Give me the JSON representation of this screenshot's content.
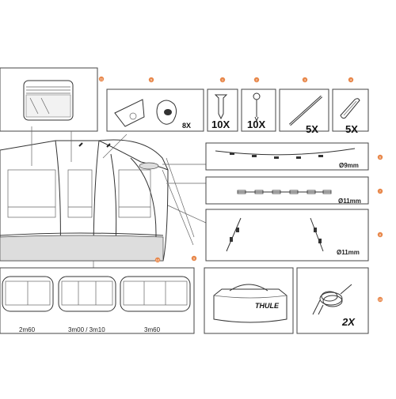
{
  "title": "",
  "accessories": [
    {
      "id": "pegs",
      "qty": "10X"
    },
    {
      "id": "hook-pegs",
      "qty": "10X"
    },
    {
      "id": "guy-pole",
      "qty": "5X"
    },
    {
      "id": "clips",
      "qty": "5X"
    },
    {
      "id": "brackets",
      "qty": "8X"
    }
  ],
  "cables": [
    {
      "id": "cable-1",
      "diameter": "Ø9mm"
    },
    {
      "id": "cable-2",
      "diameter": "Ø11mm"
    },
    {
      "id": "cable-3",
      "diameter": "Ø11mm"
    }
  ],
  "panels": {
    "sizes": [
      "2m60",
      "3m00 / 3m10",
      "3m60"
    ]
  },
  "bag": {
    "brand": "THULE"
  },
  "ropes": {
    "qty": "2X"
  },
  "colors": {
    "badge": "#e8874a",
    "line": "#333333"
  }
}
